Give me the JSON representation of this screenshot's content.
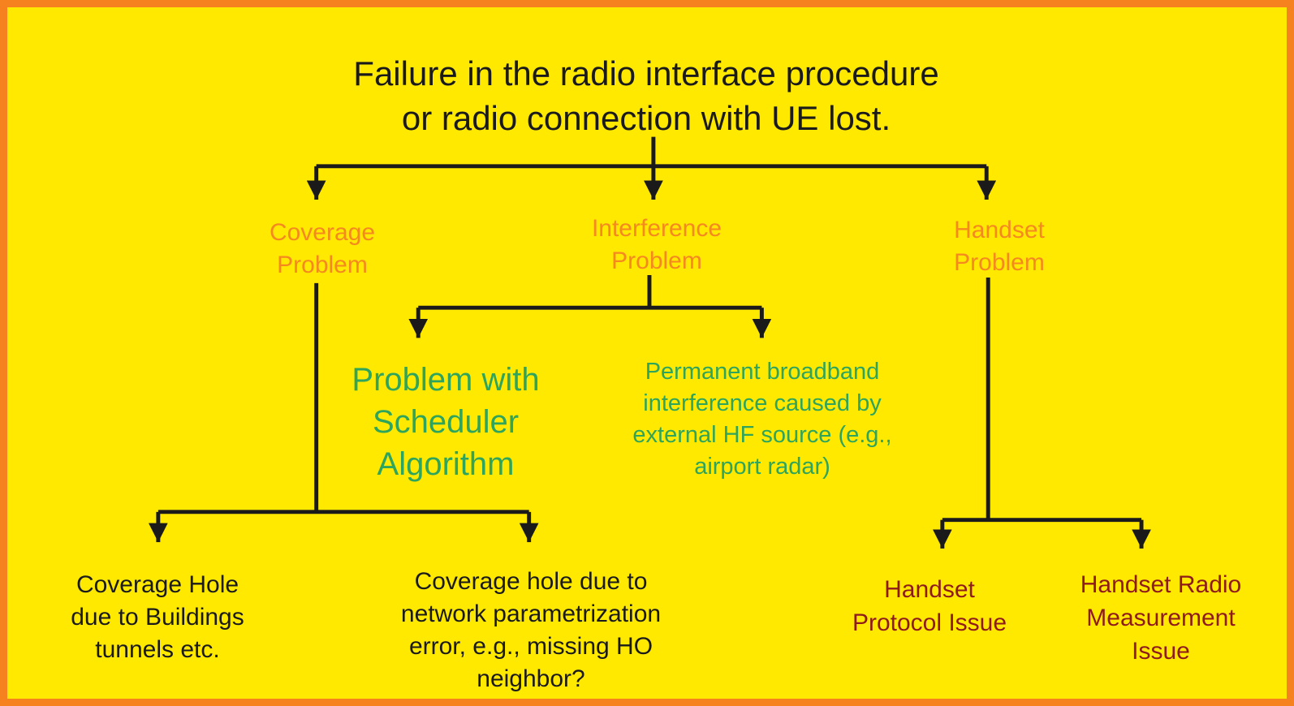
{
  "colors": {
    "background": "#FFE900",
    "border": "#F5821F",
    "branch_text": "#F5881F",
    "leaf_green": "#2EA45C",
    "leaf_black": "#1A1A1A",
    "leaf_maroon": "#8E1A1A",
    "line": "#1A1A1A"
  },
  "nodes": {
    "root": "Failure in the radio interface procedure\nor radio connection with UE lost.",
    "coverage": "Coverage\nProblem",
    "interference": "Interference\nProblem",
    "handset": "Handset\nProblem",
    "scheduler": "Problem with\nScheduler\nAlgorithm",
    "broadband": "Permanent broadband\ninterference caused by\nexternal HF source (e.g.,\nairport radar)",
    "coverage_hole": "Coverage Hole\ndue to Buildings\ntunnels etc.",
    "param_error": "Coverage hole due to\nnetwork parametrization\nerror, e.g., missing HO\nneighbor?",
    "protocol_issue": "Handset\nProtocol Issue",
    "radio_measurement": "Handset Radio\nMeasurement\nIssue"
  }
}
